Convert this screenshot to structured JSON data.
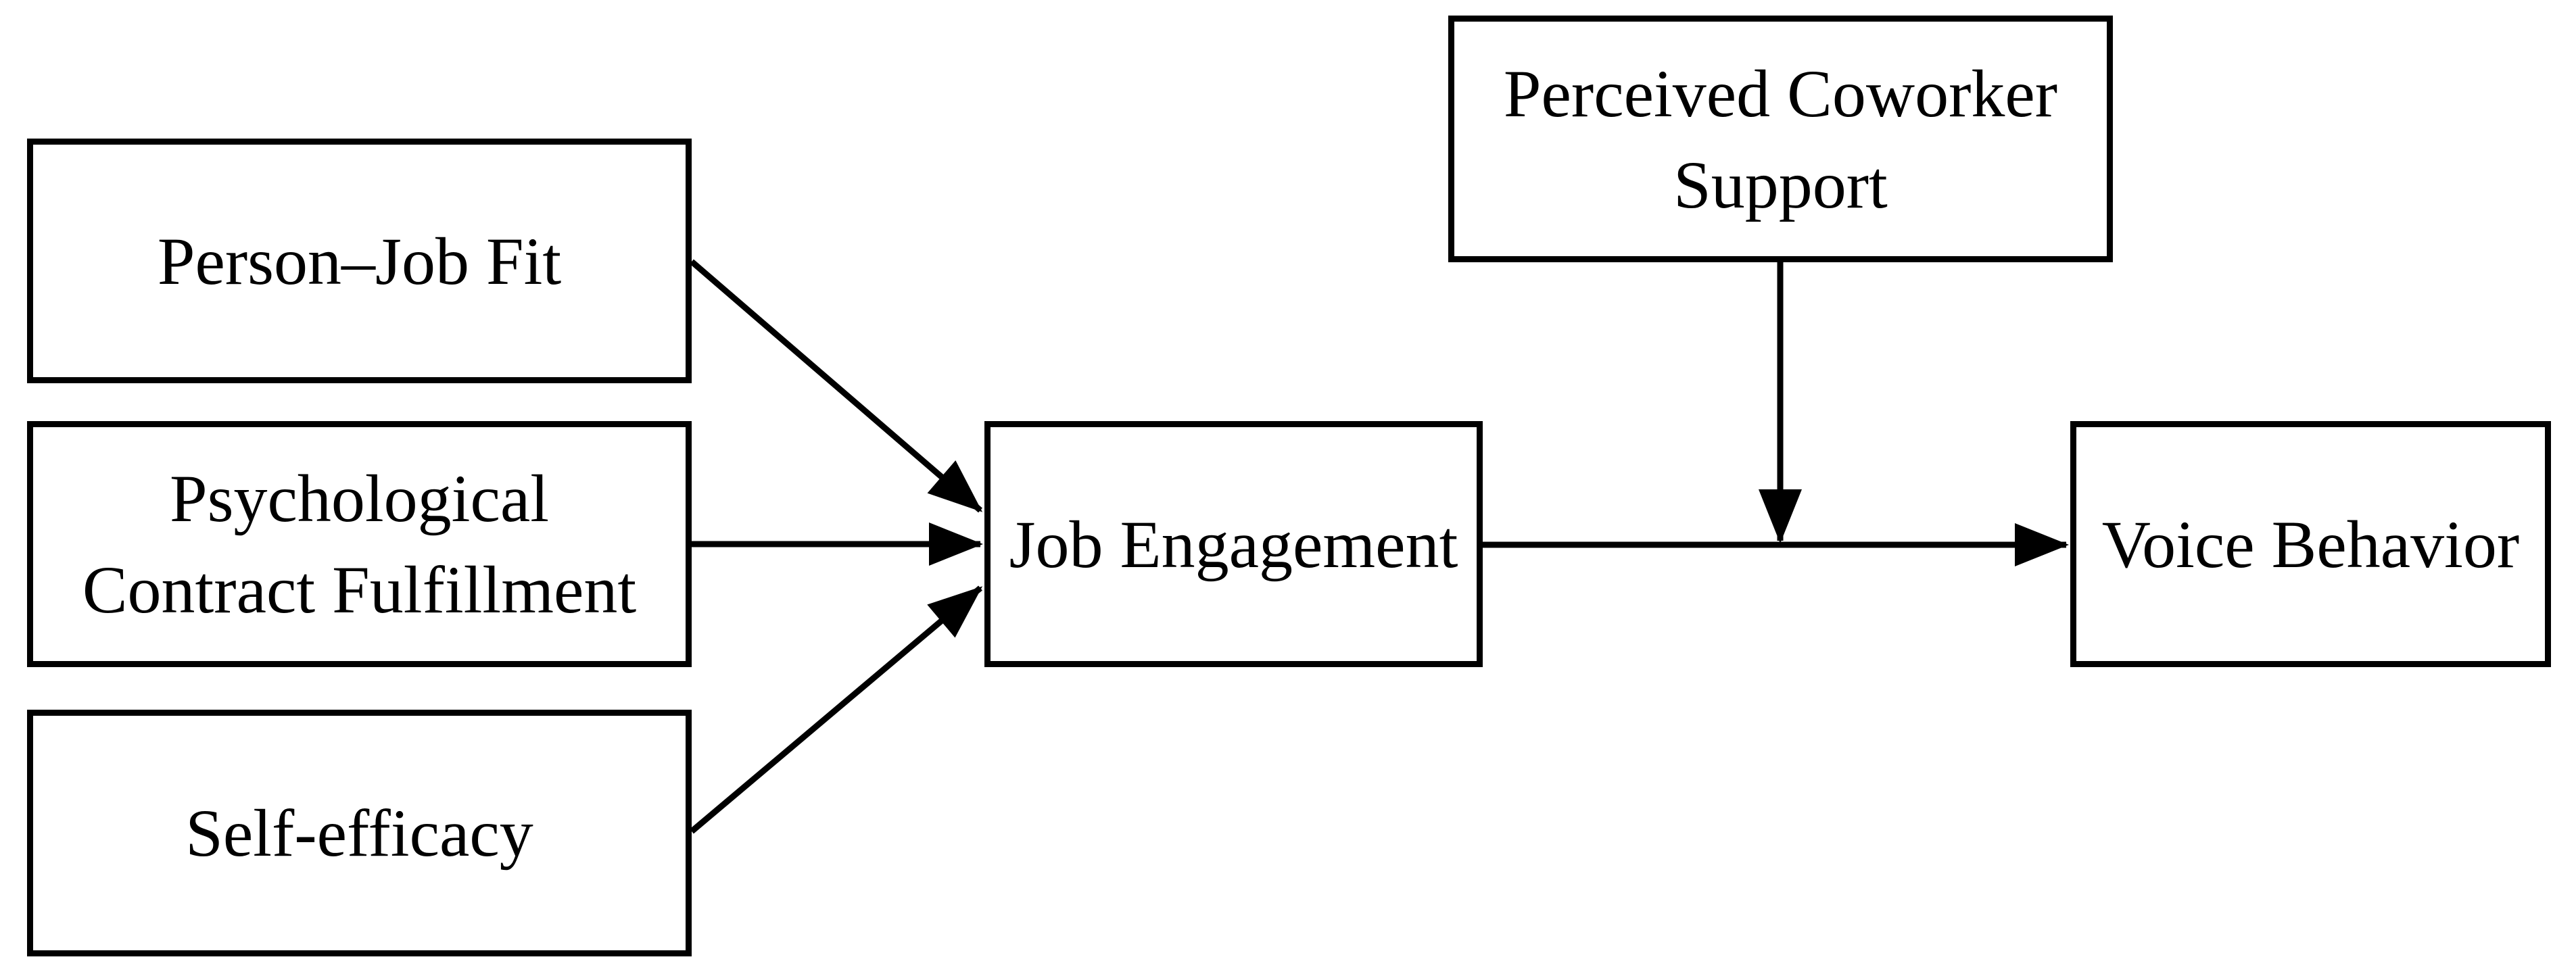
{
  "diagram": {
    "background_color": "#ffffff",
    "line_color": "#000000",
    "nodes": {
      "person_job_fit": {
        "label": "Person–Job Fit",
        "role": "predictor"
      },
      "psychological_contract_fulfillment": {
        "lines": [
          "Psychological",
          "Contract Fulfillment"
        ],
        "role": "predictor"
      },
      "self_efficacy": {
        "label": "Self-efficacy",
        "role": "predictor"
      },
      "job_engagement": {
        "label": "Job Engagement",
        "role": "mediator"
      },
      "perceived_coworker_support": {
        "lines": [
          "Perceived Coworker",
          "Support"
        ],
        "role": "moderator"
      },
      "voice_behavior": {
        "label": "Voice Behavior",
        "role": "outcome"
      }
    },
    "edges": [
      {
        "from": "person_job_fit",
        "to": "job_engagement",
        "type": "direct"
      },
      {
        "from": "psychological_contract_fulfillment",
        "to": "job_engagement",
        "type": "direct"
      },
      {
        "from": "self_efficacy",
        "to": "job_engagement",
        "type": "direct"
      },
      {
        "from": "job_engagement",
        "to": "voice_behavior",
        "type": "direct"
      },
      {
        "from": "perceived_coworker_support",
        "to": "job_engagement_to_voice_behavior_path",
        "type": "moderation"
      }
    ]
  }
}
